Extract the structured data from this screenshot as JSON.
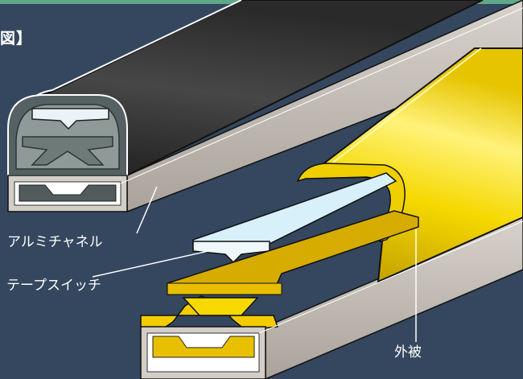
{
  "title": "図】",
  "labels": {
    "aluminum_channel": "アルミチャネル",
    "tape_switch": "テープスイッチ",
    "jacket": "外被"
  },
  "colors": {
    "background": "#34475f",
    "top_bar": "#5fa88a",
    "rubber_jacket_dark": "#3a3a3a",
    "rubber_jacket_yellow": "#f2d400",
    "aluminum": "#c9c4bd",
    "switch_face": "#d9f1fb"
  }
}
